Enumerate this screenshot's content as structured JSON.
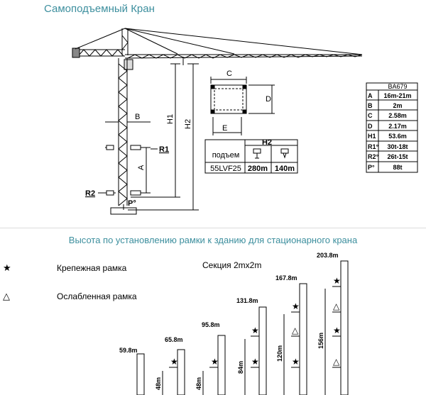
{
  "title": "Самоподъемный Кран",
  "subtitle": "Высота по установлению рамки к зданию для стационарного крана",
  "crane": {
    "labels": {
      "A": "A",
      "B": "B",
      "H1": "H1",
      "H2": "H2",
      "R1": "R1",
      "R2": "R2",
      "P": "P°"
    }
  },
  "section": {
    "C": "C",
    "D": "D",
    "E": "E"
  },
  "hoist_table": {
    "head": "H2",
    "row_label": "подъем",
    "model": "55LVF25",
    "values": [
      "280m",
      "140m"
    ]
  },
  "spec_table": {
    "model": "BA679",
    "rows": [
      {
        "key": "A",
        "value": "16m-21m"
      },
      {
        "key": "B",
        "value": "2m"
      },
      {
        "key": "C",
        "value": "2.58m"
      },
      {
        "key": "D",
        "value": "2.17m"
      },
      {
        "key": "H1",
        "value": "53.6m"
      },
      {
        "key": "R1°",
        "value": "30t-18t"
      },
      {
        "key": "R2°",
        "value": "26t-15t"
      },
      {
        "key": "P°",
        "value": "88t"
      }
    ]
  },
  "legend": {
    "anchor": "Крепежная  рамка",
    "weak": "Ослабленная  рамка",
    "section": "Секция 2mx2m",
    "star_glyph": "★",
    "tri_glyph": "△"
  },
  "columns": [
    {
      "height": "59.8m",
      "dim": ""
    },
    {
      "height": "65.8m",
      "dim": "48m"
    },
    {
      "height": "95.8m",
      "dim": "48m"
    },
    {
      "height": "131.8m",
      "dim": "84m"
    },
    {
      "height": "167.8m",
      "dim": "120m"
    },
    {
      "height": "203.8m",
      "dim": "156m"
    }
  ]
}
